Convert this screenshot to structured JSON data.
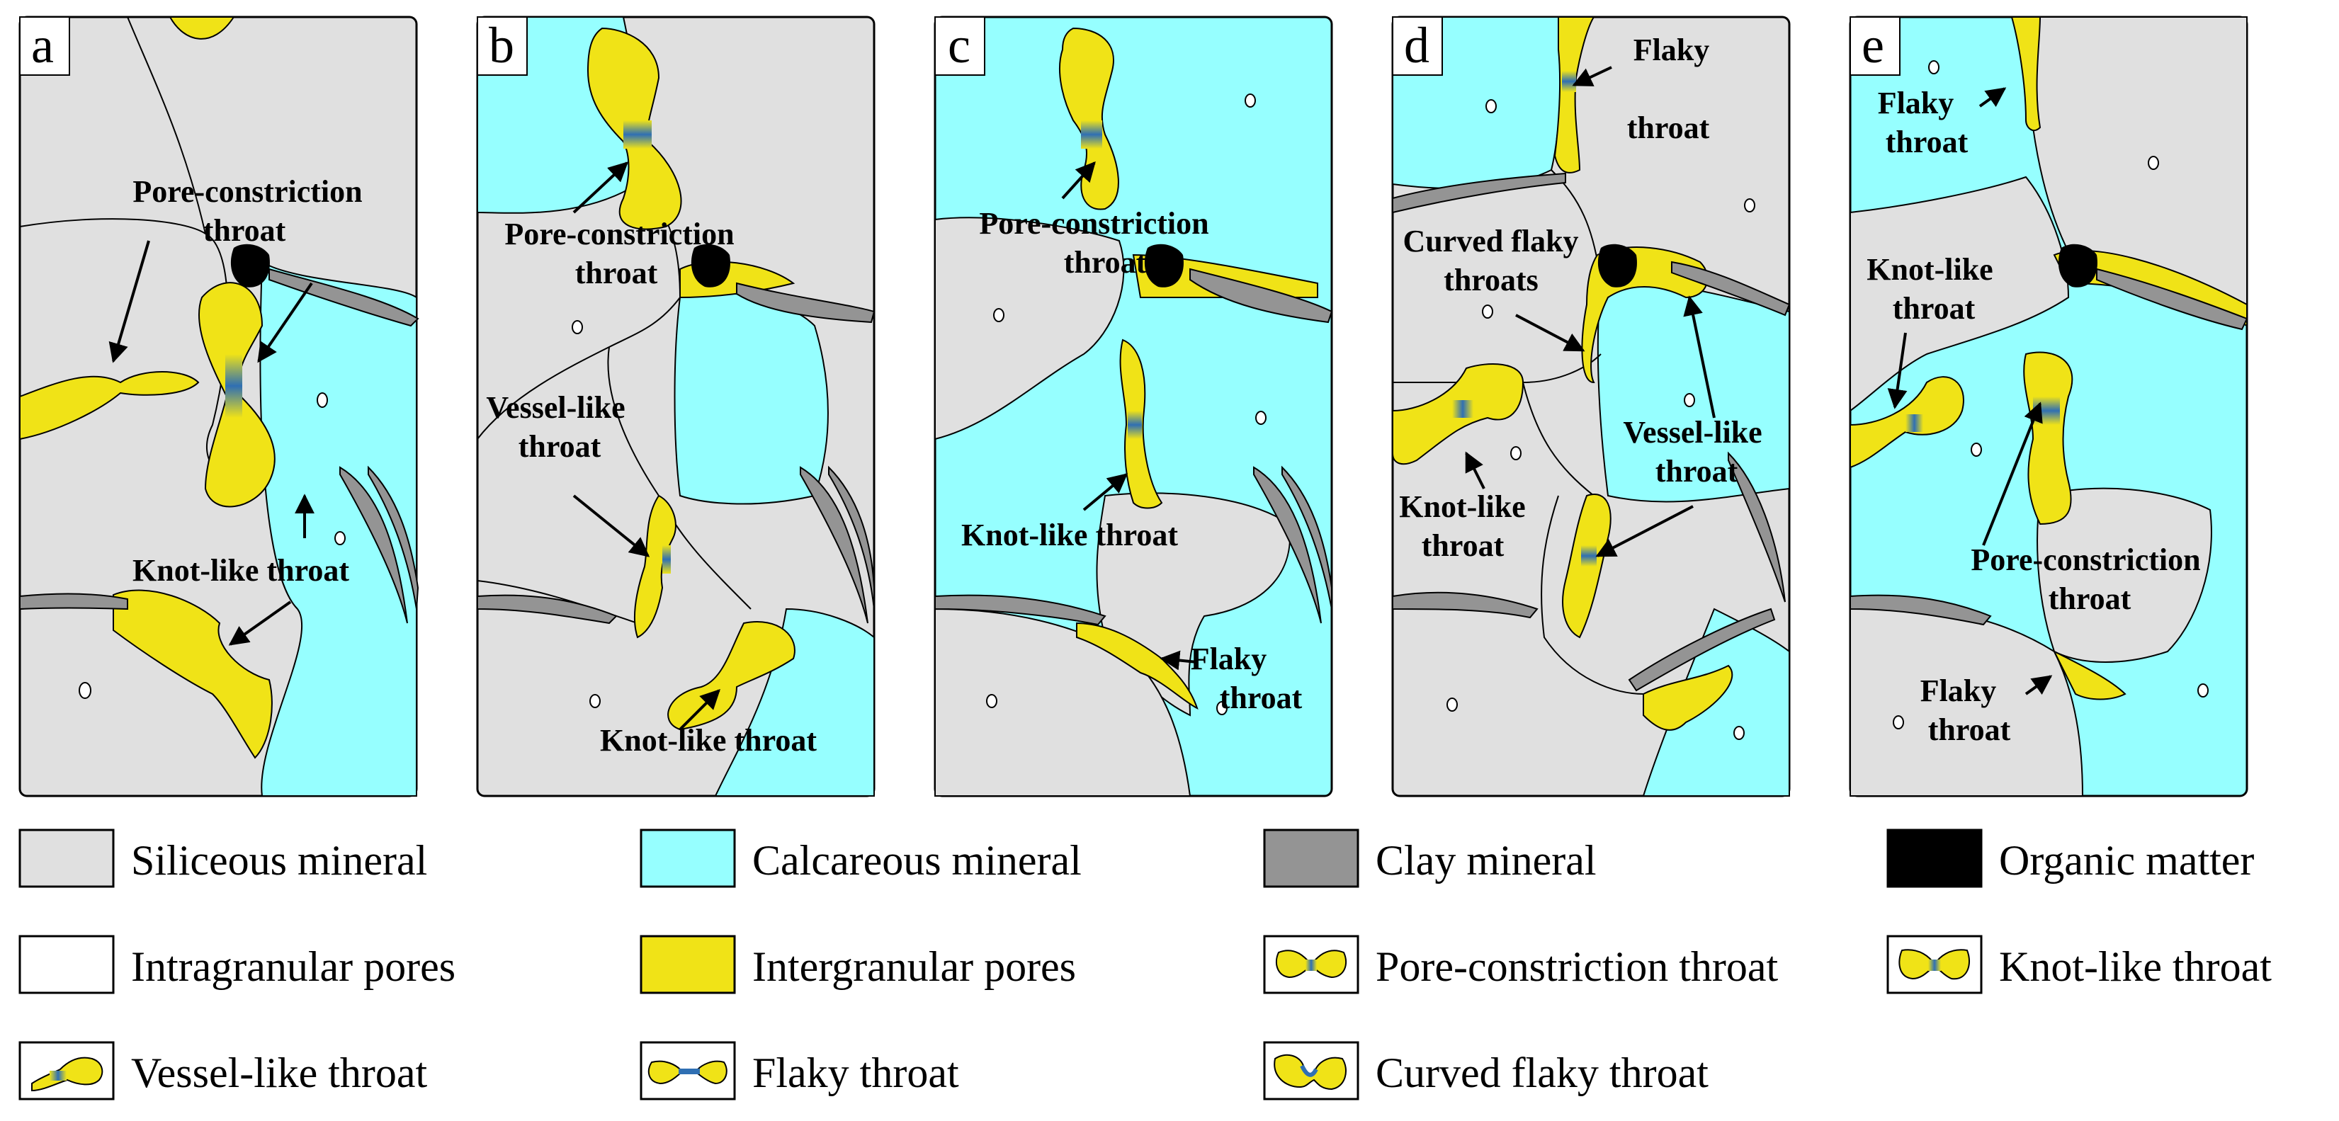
{
  "colors": {
    "siliceous": "#e0e0e0",
    "calcareous": "#96ffff",
    "clay": "#949494",
    "organic": "#000000",
    "intragranular": "#ffffff",
    "intergranular": "#f0e317",
    "throat": "#2f6fb3"
  },
  "panels": [
    {
      "letter": "a",
      "labels": [
        {
          "lines": [
            "Pore-constriction",
            "throat"
          ]
        },
        {
          "lines": [
            "Knot-like throat"
          ]
        }
      ]
    },
    {
      "letter": "b",
      "labels": [
        {
          "lines": [
            "Pore-constriction",
            "throat"
          ]
        },
        {
          "lines": [
            "Vessel-like",
            "throat"
          ]
        },
        {
          "lines": [
            "Knot-like throat"
          ]
        }
      ]
    },
    {
      "letter": "c",
      "labels": [
        {
          "lines": [
            "Pore-constriction",
            "throat"
          ]
        },
        {
          "lines": [
            "Knot-like throat"
          ]
        },
        {
          "lines": [
            "Flaky",
            "throat"
          ]
        }
      ]
    },
    {
      "letter": "d",
      "labels": [
        {
          "lines": [
            "Flaky",
            "throat"
          ]
        },
        {
          "lines": [
            "Curved flaky",
            "throats"
          ]
        },
        {
          "lines": [
            "Vessel-like",
            "throat"
          ]
        },
        {
          "lines": [
            "Knot-like",
            "throat"
          ]
        }
      ]
    },
    {
      "letter": "e",
      "labels": [
        {
          "lines": [
            "Flaky",
            "throat"
          ]
        },
        {
          "lines": [
            "Knot-like",
            "throat"
          ]
        },
        {
          "lines": [
            "Pore-constriction",
            "throat"
          ]
        },
        {
          "lines": [
            "Flaky",
            "throat"
          ]
        }
      ]
    }
  ],
  "legend": [
    {
      "label": "Siliceous mineral",
      "swatch": "siliceous"
    },
    {
      "label": "Calcareous mineral",
      "swatch": "calcareous"
    },
    {
      "label": "Clay mineral",
      "swatch": "clay"
    },
    {
      "label": "Organic matter",
      "swatch": "organic"
    },
    {
      "label": "Intragranular pores",
      "swatch": "intragranular"
    },
    {
      "label": "Intergranular pores",
      "swatch": "intergranular"
    },
    {
      "label": "Pore-constriction throat",
      "swatch": "pore-constriction-icon"
    },
    {
      "label": "Knot-like throat",
      "swatch": "knot-like-icon"
    },
    {
      "label": "Vessel-like throat",
      "swatch": "vessel-like-icon"
    },
    {
      "label": "Flaky throat",
      "swatch": "flaky-icon"
    },
    {
      "label": "Curved flaky throat",
      "swatch": "curved-flaky-icon"
    }
  ]
}
